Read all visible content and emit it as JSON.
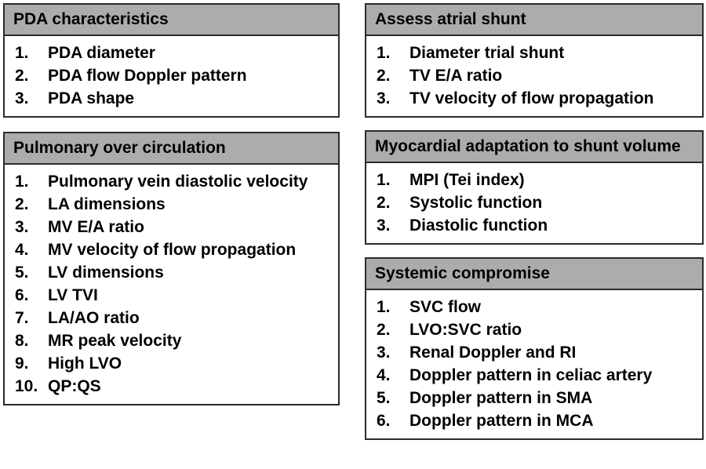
{
  "colors": {
    "header_bg": "#acacac",
    "border": "#2b2b2b",
    "text": "#000000",
    "page_bg": "#ffffff"
  },
  "boxes": [
    {
      "title": "PDA characteristics",
      "items": [
        "PDA diameter",
        "PDA flow Doppler pattern",
        "PDA shape"
      ]
    },
    {
      "title": "Pulmonary over circulation",
      "items": [
        "Pulmonary vein diastolic velocity",
        "LA dimensions",
        "MV E/A ratio",
        "MV velocity of flow propagation",
        "LV dimensions",
        "LV TVI",
        "LA/AO ratio",
        "MR peak velocity",
        "High LVO",
        "QP:QS"
      ]
    },
    {
      "title": "Assess atrial shunt",
      "items": [
        "Diameter trial shunt",
        "TV E/A ratio",
        "TV velocity of flow propagation"
      ]
    },
    {
      "title": "Myocardial adaptation to shunt volume",
      "items": [
        "MPI (Tei index)",
        "Systolic function",
        "Diastolic function"
      ]
    },
    {
      "title": "Systemic compromise",
      "items": [
        "SVC flow",
        "LVO:SVC ratio",
        "Renal Doppler and RI",
        "Doppler pattern in celiac artery",
        "Doppler pattern in SMA",
        "Doppler pattern in MCA"
      ]
    }
  ]
}
